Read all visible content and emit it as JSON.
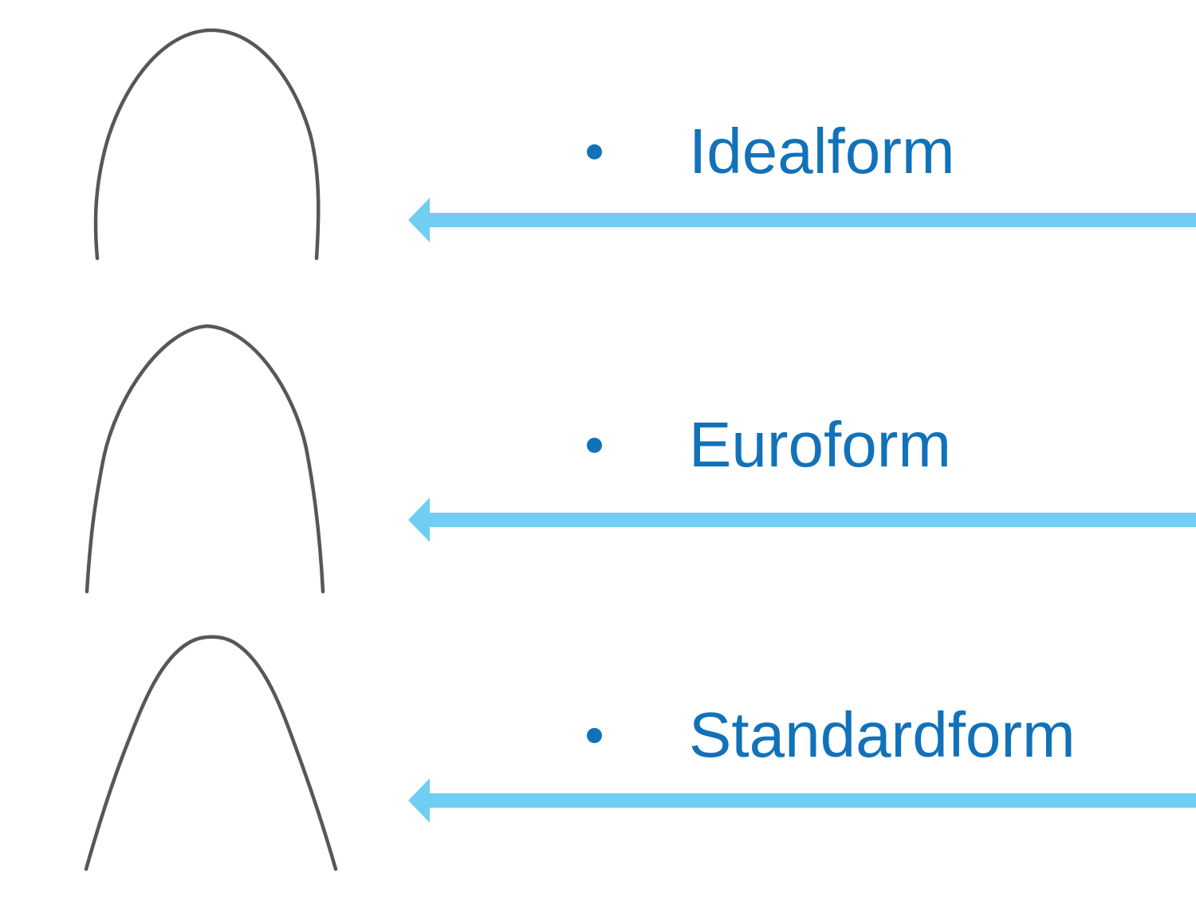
{
  "slide": {
    "items": [
      {
        "label": "Idealform"
      },
      {
        "label": "Euroform"
      },
      {
        "label": "Standardform"
      }
    ]
  },
  "icons": {
    "bullet": "filled-circle",
    "arrow": "left-arrow"
  },
  "colors": {
    "background": "#ffffff",
    "label_blue": "#1172b9",
    "arrow_blue": "#6fcef1",
    "wire_gray": "#56575b"
  }
}
